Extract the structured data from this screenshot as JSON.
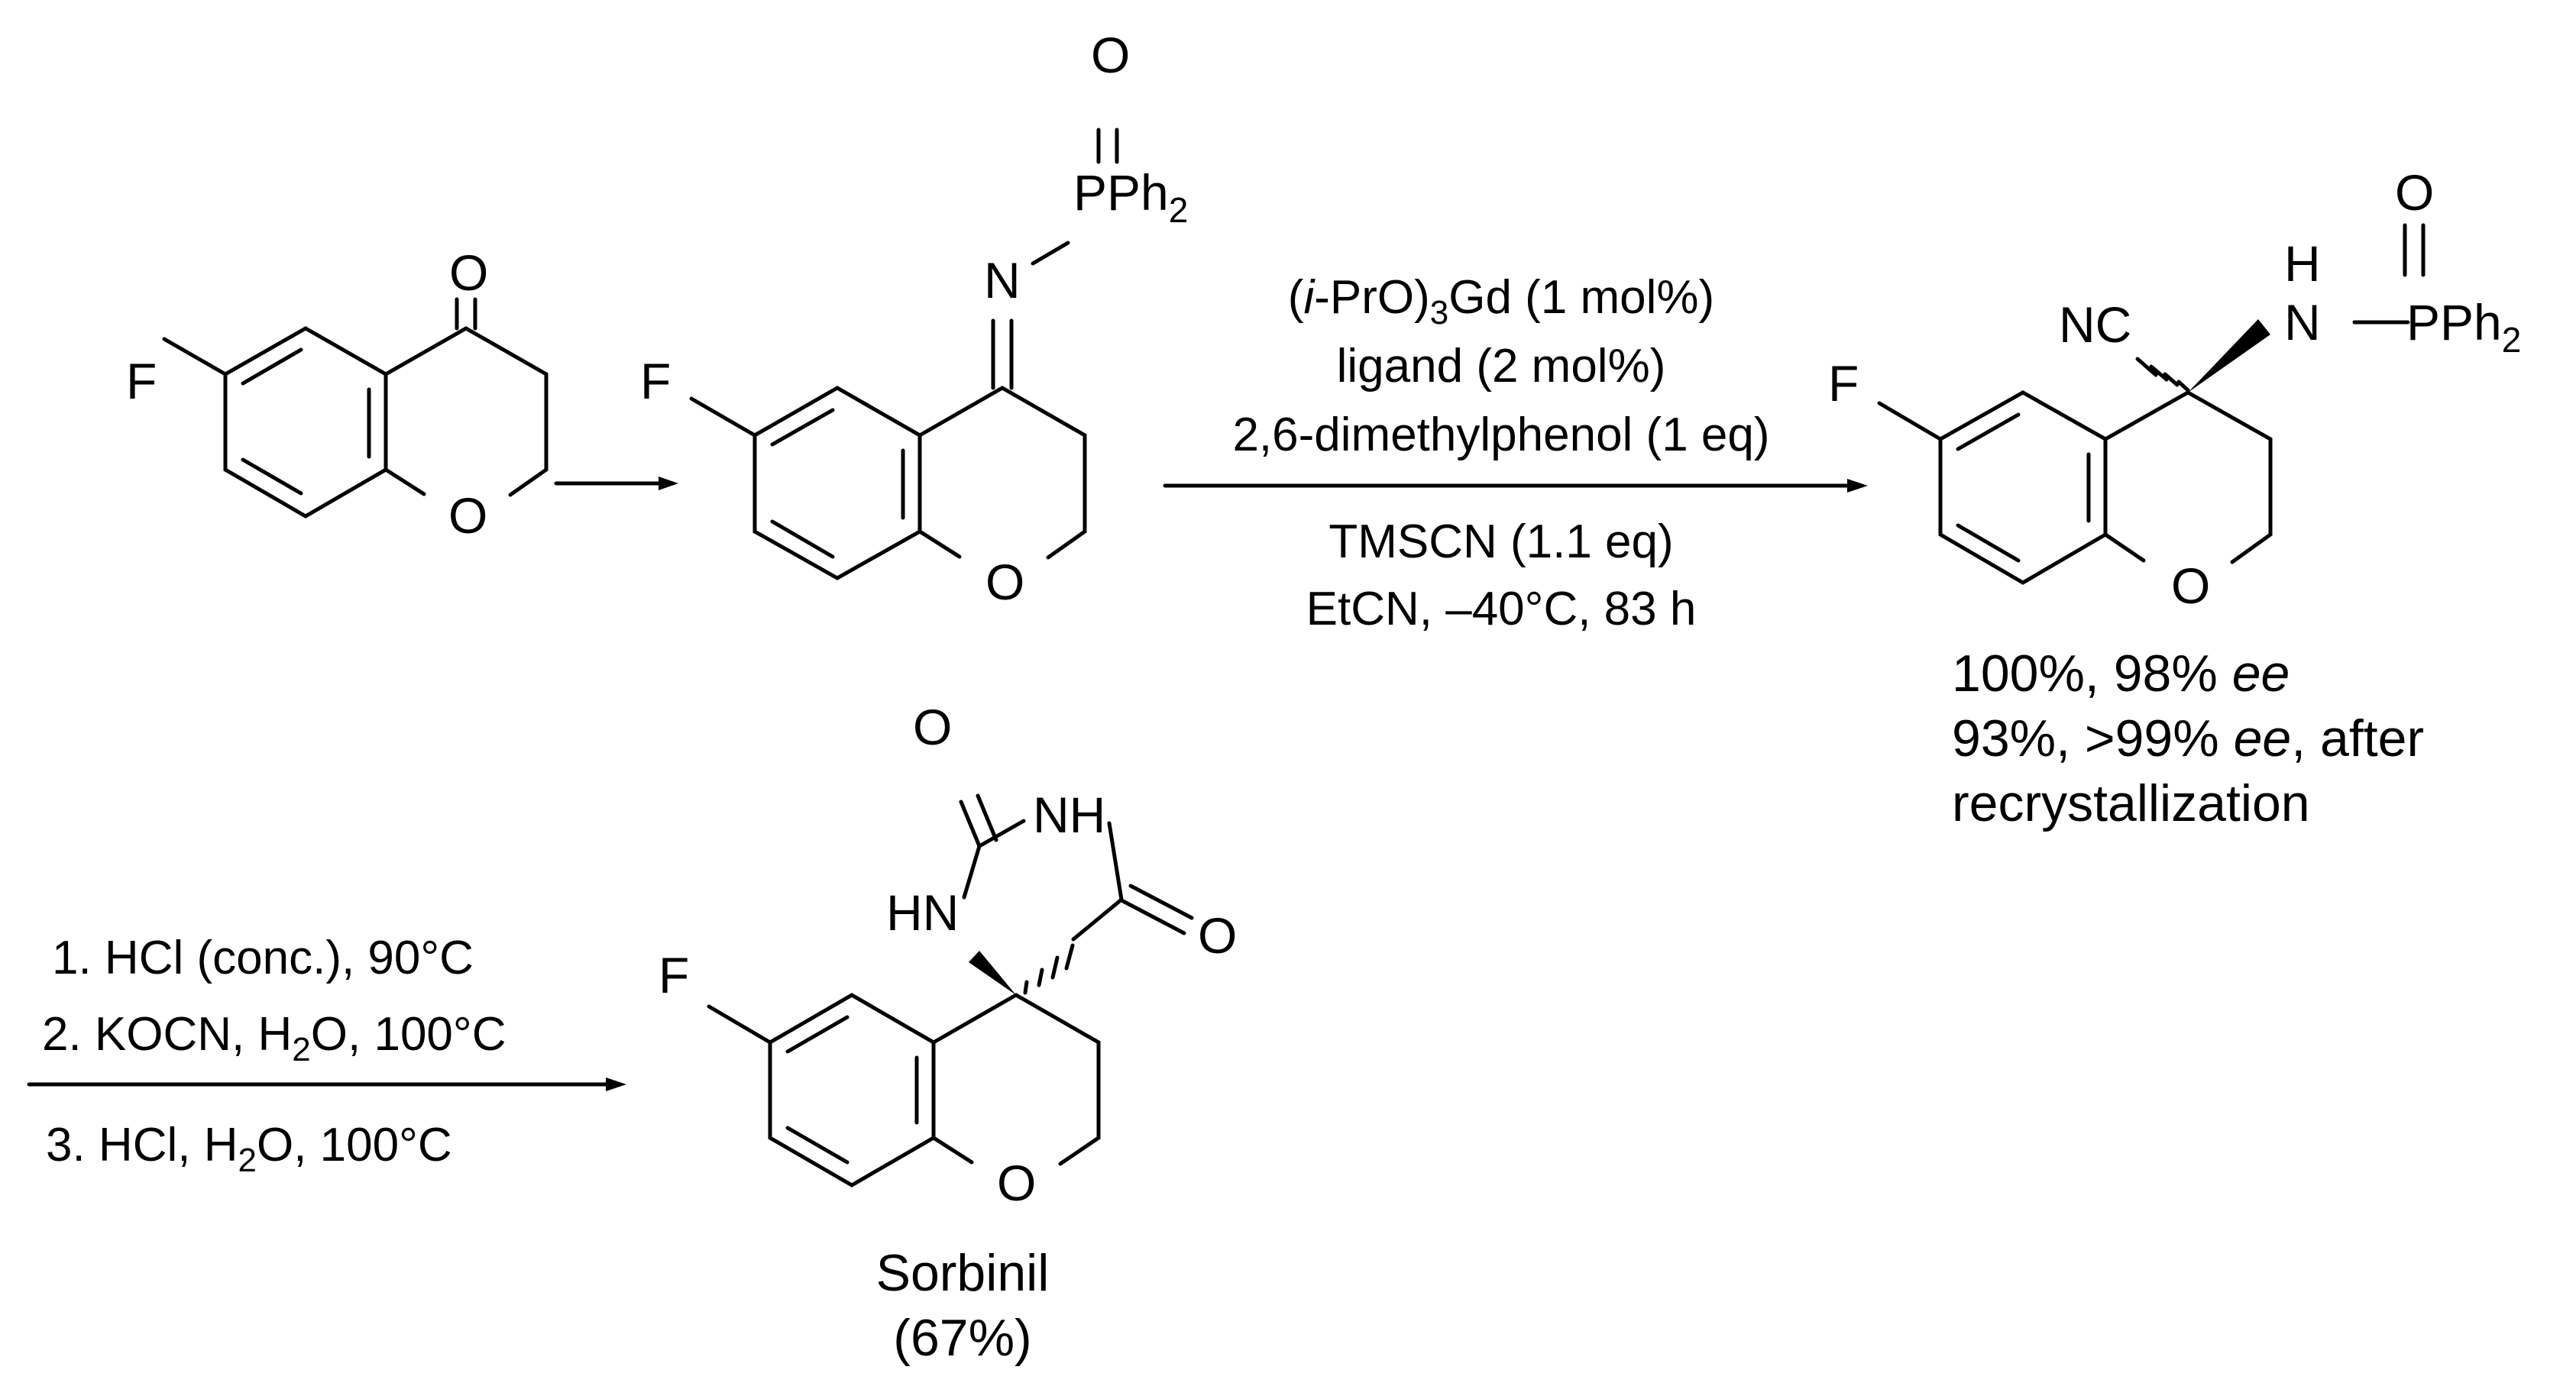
{
  "scheme": {
    "atoms": {
      "O": "O",
      "F": "F",
      "N": "N",
      "H": "H",
      "P": "P",
      "Ph": "Ph",
      "sub2": "2",
      "sub3": "3",
      "NC": "NC",
      "NH": "NH",
      "HN": "HN"
    },
    "step2": {
      "line1_a": "(",
      "line1_i": "i",
      "line1_b": "-PrO)",
      "line1_c": "Gd (1 mol%)",
      "line2": "ligand (2 mol%)",
      "line3": "2,6-dimethylphenol (1 eq)",
      "line4": "TMSCN (1.1 eq)",
      "line5": "EtCN, –40°C, 83 h"
    },
    "result": {
      "line1_a": "100%, 98% ",
      "line1_ee": "ee",
      "line2_a": "93%, >99% ",
      "line2_ee": "ee",
      "line2_b": ", after",
      "line3": "recrystallization"
    },
    "step3": {
      "line1": "1. HCl (conc.), 90°C",
      "line2_a": "2. KOCN, H",
      "line2_b": "O, 100°C",
      "line3_a": "3. HCl, H",
      "line3_b": "O, 100°C"
    },
    "product": {
      "name": "Sorbinil",
      "yield": "(67%)"
    }
  }
}
